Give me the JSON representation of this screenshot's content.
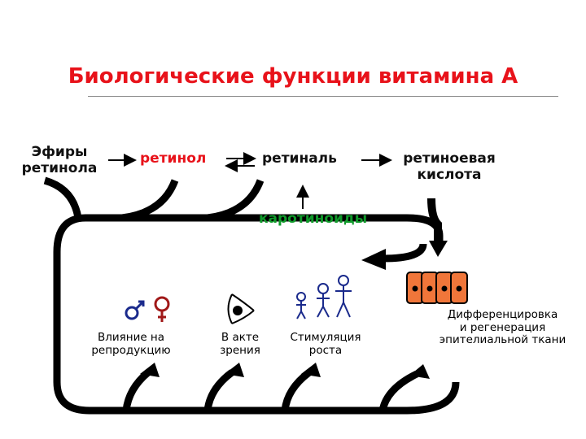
{
  "title": "Биологические функции витамина А",
  "pathway": {
    "retinol_esters": [
      "Эфиры",
      "ретинола"
    ],
    "retinol": "ретинол",
    "retinal": "ретиналь",
    "retinoic_acid": [
      "ретиноевая",
      "кислота"
    ],
    "carotenoids": "каротиноиды"
  },
  "functions": {
    "reproduction": [
      "Влияние на",
      "репродукцию"
    ],
    "vision": [
      "В акте",
      "зрения"
    ],
    "growth": [
      "Стимуляция",
      "роста"
    ],
    "differentiation": [
      "Дифференцировка",
      "и регенерация",
      "эпителиальной ткани"
    ]
  },
  "colors": {
    "title": "#e8121a",
    "retinol": "#e8121a",
    "carotenoids": "#0f9a2a",
    "flow_line": "#000000",
    "cells_fill": "#f0763a",
    "symbols": "#1a2a8c",
    "female_symbol": "#a01818"
  },
  "icons": [
    "male-symbol-icon",
    "female-symbol-icon",
    "eye-icon",
    "stick-figures-icon",
    "epithelial-cells-icon"
  ]
}
